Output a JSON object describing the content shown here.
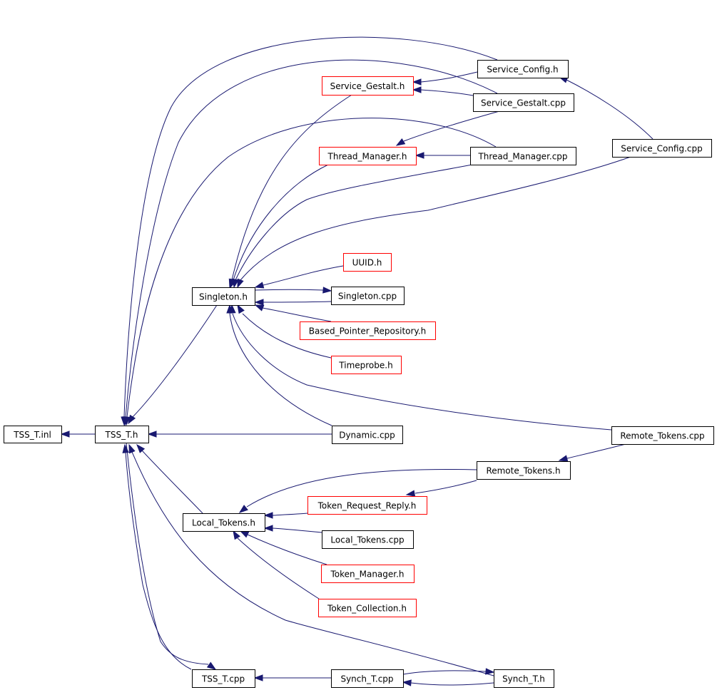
{
  "colors": {
    "edge": "#191970",
    "border_default": "#000000",
    "border_incomplete": "#ff0000",
    "root_fill": "#bfbfbf",
    "node_fill": "#ffffff"
  },
  "nodes": [
    {
      "id": "tss_t_inl",
      "label": "TSS_T.inl",
      "style": "root"
    },
    {
      "id": "tss_t_h",
      "label": "TSS_T.h",
      "style": "default"
    },
    {
      "id": "singleton_h",
      "label": "Singleton.h",
      "style": "default"
    },
    {
      "id": "local_tokens_h",
      "label": "Local_Tokens.h",
      "style": "default"
    },
    {
      "id": "tss_t_cpp",
      "label": "TSS_T.cpp",
      "style": "default"
    },
    {
      "id": "service_gestalt_h",
      "label": "Service_Gestalt.h",
      "style": "incomplete"
    },
    {
      "id": "service_config_h",
      "label": "Service_Config.h",
      "style": "default"
    },
    {
      "id": "service_gestalt_cpp",
      "label": "Service_Gestalt.cpp",
      "style": "default"
    },
    {
      "id": "thread_manager_h",
      "label": "Thread_Manager.h",
      "style": "incomplete"
    },
    {
      "id": "thread_manager_cpp",
      "label": "Thread_Manager.cpp",
      "style": "default"
    },
    {
      "id": "service_config_cpp",
      "label": "Service_Config.cpp",
      "style": "default"
    },
    {
      "id": "uuid_h",
      "label": "UUID.h",
      "style": "incomplete"
    },
    {
      "id": "singleton_cpp",
      "label": "Singleton.cpp",
      "style": "default"
    },
    {
      "id": "based_pointer_repository_h",
      "label": "Based_Pointer_Repository.h",
      "style": "incomplete"
    },
    {
      "id": "timeprobe_h",
      "label": "Timeprobe.h",
      "style": "incomplete"
    },
    {
      "id": "dynamic_cpp",
      "label": "Dynamic.cpp",
      "style": "default"
    },
    {
      "id": "remote_tokens_cpp",
      "label": "Remote_Tokens.cpp",
      "style": "default"
    },
    {
      "id": "remote_tokens_h",
      "label": "Remote_Tokens.h",
      "style": "default"
    },
    {
      "id": "token_request_reply_h",
      "label": "Token_Request_Reply.h",
      "style": "incomplete"
    },
    {
      "id": "local_tokens_cpp",
      "label": "Local_Tokens.cpp",
      "style": "default"
    },
    {
      "id": "token_manager_h",
      "label": "Token_Manager.h",
      "style": "incomplete"
    },
    {
      "id": "token_collection_h",
      "label": "Token_Collection.h",
      "style": "incomplete"
    },
    {
      "id": "synch_t_cpp",
      "label": "Synch_T.cpp",
      "style": "default"
    },
    {
      "id": "synch_t_h",
      "label": "Synch_T.h",
      "style": "default"
    }
  ],
  "edges": [
    {
      "from": "tss_t_h",
      "to": "tss_t_inl"
    },
    {
      "from": "singleton_h",
      "to": "tss_t_h"
    },
    {
      "from": "dynamic_cpp",
      "to": "tss_t_h"
    },
    {
      "from": "local_tokens_h",
      "to": "tss_t_h"
    },
    {
      "from": "tss_t_cpp",
      "to": "tss_t_h"
    },
    {
      "from": "synch_t_h",
      "to": "tss_t_h"
    },
    {
      "from": "service_config_h",
      "to": "tss_t_h"
    },
    {
      "from": "service_gestalt_cpp",
      "to": "tss_t_h"
    },
    {
      "from": "thread_manager_cpp",
      "to": "tss_t_h"
    },
    {
      "from": "service_config_h",
      "to": "service_gestalt_h"
    },
    {
      "from": "service_gestalt_cpp",
      "to": "service_gestalt_h"
    },
    {
      "from": "service_config_cpp",
      "to": "service_config_h"
    },
    {
      "from": "thread_manager_cpp",
      "to": "thread_manager_h"
    },
    {
      "from": "service_gestalt_cpp",
      "to": "thread_manager_h"
    },
    {
      "from": "service_gestalt_h",
      "to": "singleton_h"
    },
    {
      "from": "thread_manager_h",
      "to": "singleton_h"
    },
    {
      "from": "thread_manager_cpp",
      "to": "singleton_h"
    },
    {
      "from": "service_config_cpp",
      "to": "singleton_h"
    },
    {
      "from": "uuid_h",
      "to": "singleton_h"
    },
    {
      "from": "singleton_cpp",
      "to": "singleton_h"
    },
    {
      "from": "singleton_h",
      "to": "singleton_cpp"
    },
    {
      "from": "based_pointer_repository_h",
      "to": "singleton_h"
    },
    {
      "from": "timeprobe_h",
      "to": "singleton_h"
    },
    {
      "from": "dynamic_cpp",
      "to": "singleton_h"
    },
    {
      "from": "remote_tokens_cpp",
      "to": "singleton_h"
    },
    {
      "from": "remote_tokens_cpp",
      "to": "remote_tokens_h"
    },
    {
      "from": "remote_tokens_h",
      "to": "token_request_reply_h"
    },
    {
      "from": "remote_tokens_h",
      "to": "local_tokens_h"
    },
    {
      "from": "token_request_reply_h",
      "to": "local_tokens_h"
    },
    {
      "from": "local_tokens_cpp",
      "to": "local_tokens_h"
    },
    {
      "from": "token_manager_h",
      "to": "local_tokens_h"
    },
    {
      "from": "token_collection_h",
      "to": "local_tokens_h"
    },
    {
      "from": "synch_t_cpp",
      "to": "tss_t_cpp"
    },
    {
      "from": "synch_t_cpp",
      "to": "synch_t_h"
    },
    {
      "from": "synch_t_h",
      "to": "synch_t_cpp"
    },
    {
      "from": "tss_t_h",
      "to": "tss_t_cpp"
    }
  ]
}
